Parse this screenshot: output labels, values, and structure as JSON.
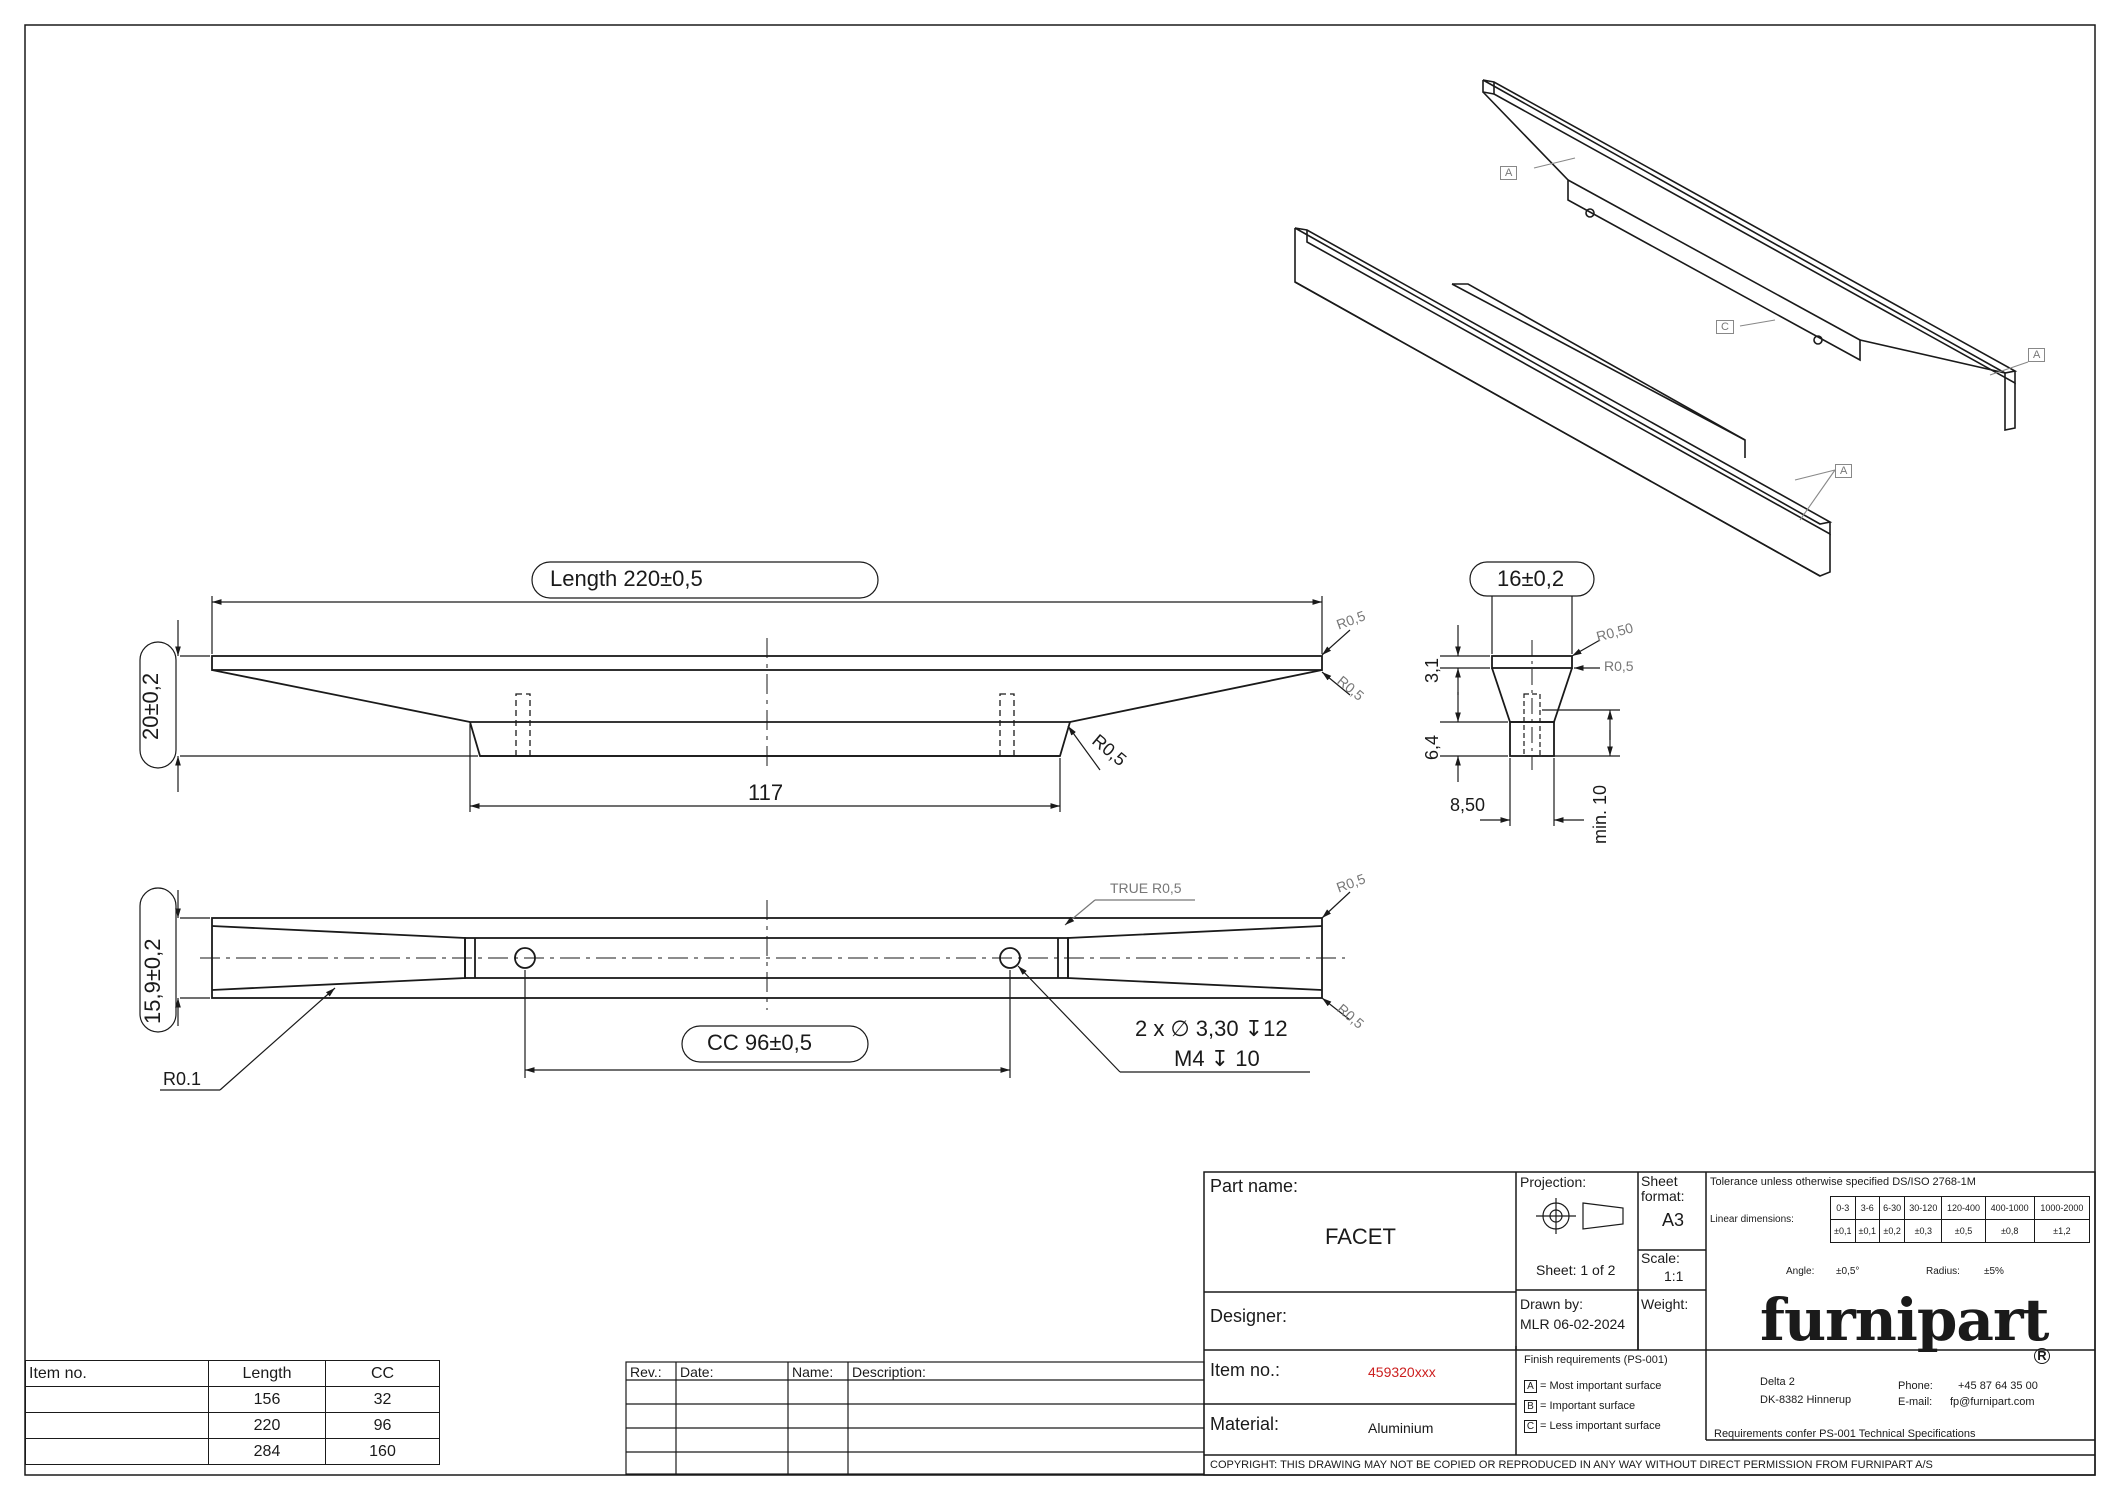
{
  "views": {
    "front": {
      "length_dim": "Length 220±0,5",
      "height_dim": "20±0,2",
      "base_dim": "117",
      "radius_right_top": "R0,5",
      "radius_right_mid": "R0,5",
      "radius_right_base": "R0,5"
    },
    "top": {
      "width_dim": "15,9±0,2",
      "true_radius": "TRUE R0,5",
      "radius_top": "R0,5",
      "radius_bottom": "R0,5",
      "cc_dim": "CC 96±0,5",
      "hole_note_1": "2 x ∅ 3,30 ↧12",
      "hole_note_2": "M4 ↧ 10",
      "edge_radius": "R0.1"
    },
    "side": {
      "width_dim": "16±0,2",
      "radius_1": "R0,50",
      "radius_2": "R0,5",
      "height_top": "3,1",
      "height_base": "6,4",
      "base_width": "8,50",
      "screw_min": "min. 10"
    },
    "iso": {
      "surface_labels": [
        "A",
        "C",
        "A",
        "A"
      ]
    }
  },
  "items_table": {
    "headers": [
      "Item no.",
      "Length",
      "CC"
    ],
    "rows": [
      [
        "",
        "156",
        "32"
      ],
      [
        "",
        "220",
        "96"
      ],
      [
        "",
        "284",
        "160"
      ]
    ]
  },
  "revision_table": {
    "headers": [
      "Rev.:",
      "Date:",
      "Name:",
      "Description:"
    ]
  },
  "title_block": {
    "part_name_label": "Part name:",
    "part_name": "FACET",
    "projection_label": "Projection:",
    "sheet_format_label": "Sheet format:",
    "sheet_format": "A3",
    "sheet_label": "Sheet: 1 of 2",
    "scale_label": "Scale:",
    "scale": "1:1",
    "designer_label": "Designer:",
    "drawn_by_label": "Drawn by:",
    "drawn_by": "MLR 06-02-2024",
    "weight_label": "Weight:",
    "item_no_label": "Item no.:",
    "item_no": "459320xxx",
    "material_label": "Material:",
    "material": "Aluminium",
    "finish_title": "Finish requirements (PS-001)",
    "finish": [
      {
        "code": "A",
        "text": "= Most important surface"
      },
      {
        "code": "B",
        "text": "= Important surface"
      },
      {
        "code": "C",
        "text": "= Less important surface"
      }
    ],
    "tolerance_title": "Tolerance unless otherwise specified DS/ISO 2768-1M",
    "linear_label": "Linear dimensions:",
    "ranges": [
      "0-3",
      "3-6",
      "6-30",
      "30-120",
      "120-400",
      "400-1000",
      "1000-2000"
    ],
    "tolerances": [
      "±0,1",
      "±0,1",
      "±0,2",
      "±0,3",
      "±0,5",
      "±0,8",
      "±1,2"
    ],
    "angle_label": "Angle:",
    "angle": "±0,5°",
    "radius_label": "Radius:",
    "radius": "±5%",
    "company": "furnipart",
    "address_1": "Delta 2",
    "address_2": "DK-8382 Hinnerup",
    "phone_label": "Phone:",
    "phone": "+45 87 64 35 00",
    "email_label": "E-mail:",
    "email": "fp@furnipart.com",
    "requirements": "Requirements confer PS-001 Technical Specifications",
    "copyright": "COPYRIGHT: THIS DRAWING MAY NOT BE COPIED OR REPRODUCED IN ANY WAY WITHOUT DIRECT PERMISSION FROM FURNIPART A/S"
  }
}
